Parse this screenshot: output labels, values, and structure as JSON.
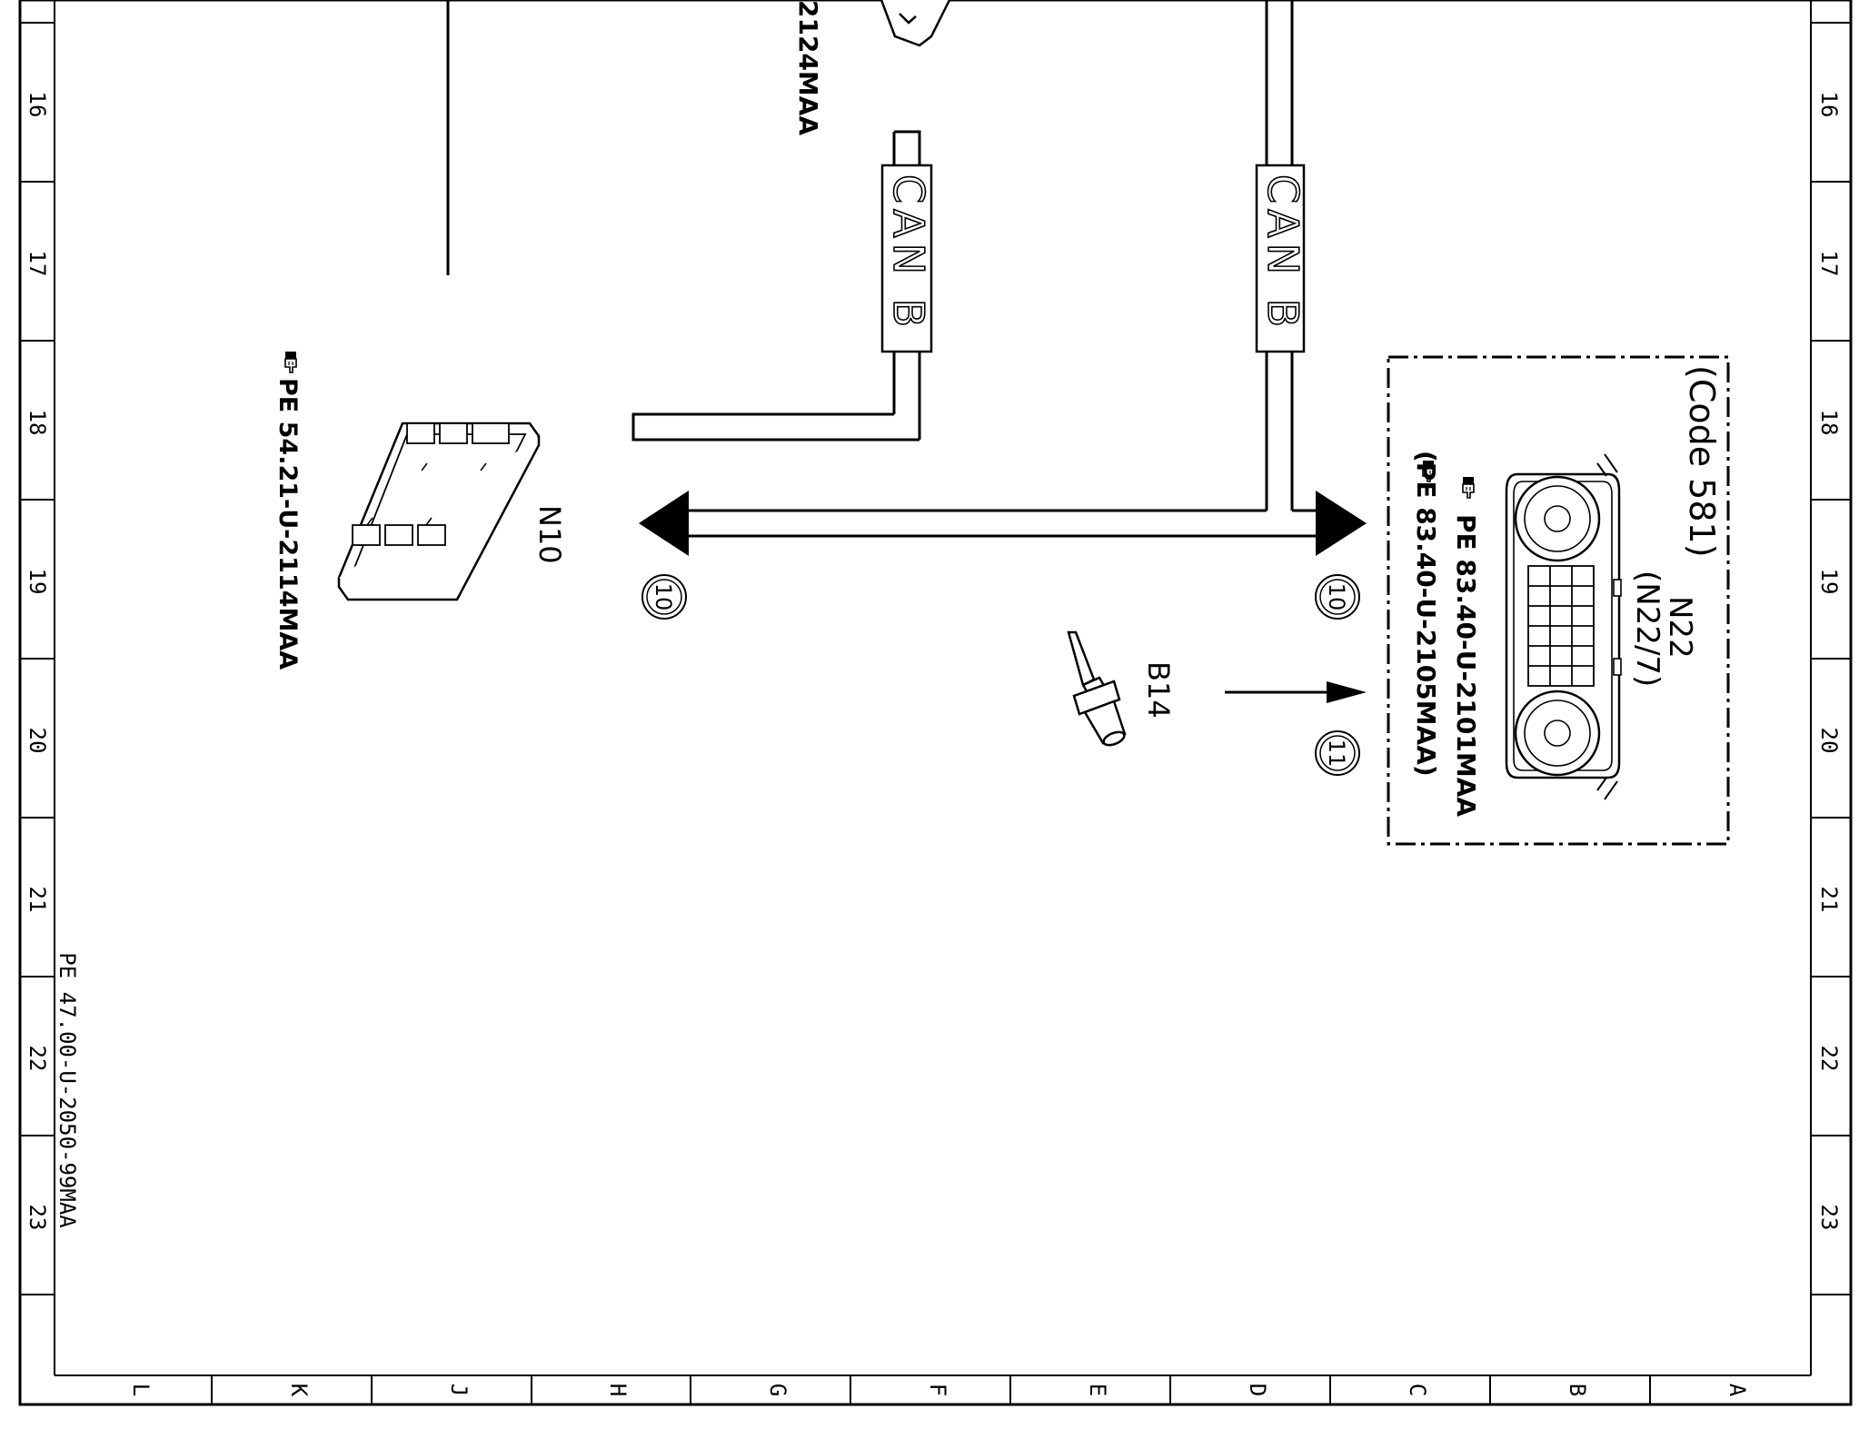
{
  "drawing_ref": "PE 47.00-U-2050-99MAA",
  "row_labels": [
    "16",
    "17",
    "18",
    "19",
    "20",
    "21",
    "22",
    "23"
  ],
  "column_labels": [
    "L",
    "K",
    "J",
    "H",
    "G",
    "F",
    "E",
    "D",
    "C",
    "B",
    "A"
  ],
  "top_partial_ref": "2124MAA",
  "bus_labels": [
    "CAN B",
    "CAN B"
  ],
  "components": {
    "n10": {
      "label": "N10",
      "ref": "PE 54.21-U-2114MAA",
      "connector_num": "10",
      "ref_icon": "pointing-hand-doc-icon"
    },
    "n22": {
      "label": "N22",
      "alt": "(N22/7)",
      "code": "(Code 581)",
      "ref1": "PE 83.40-U-2101MAA",
      "ref2": "(PE 83.40-U-2105MAA)",
      "connector_num": "10",
      "ref_icon": "pointing-hand-doc-icon"
    },
    "b14": {
      "label": "B14",
      "connector_num": "11"
    }
  }
}
